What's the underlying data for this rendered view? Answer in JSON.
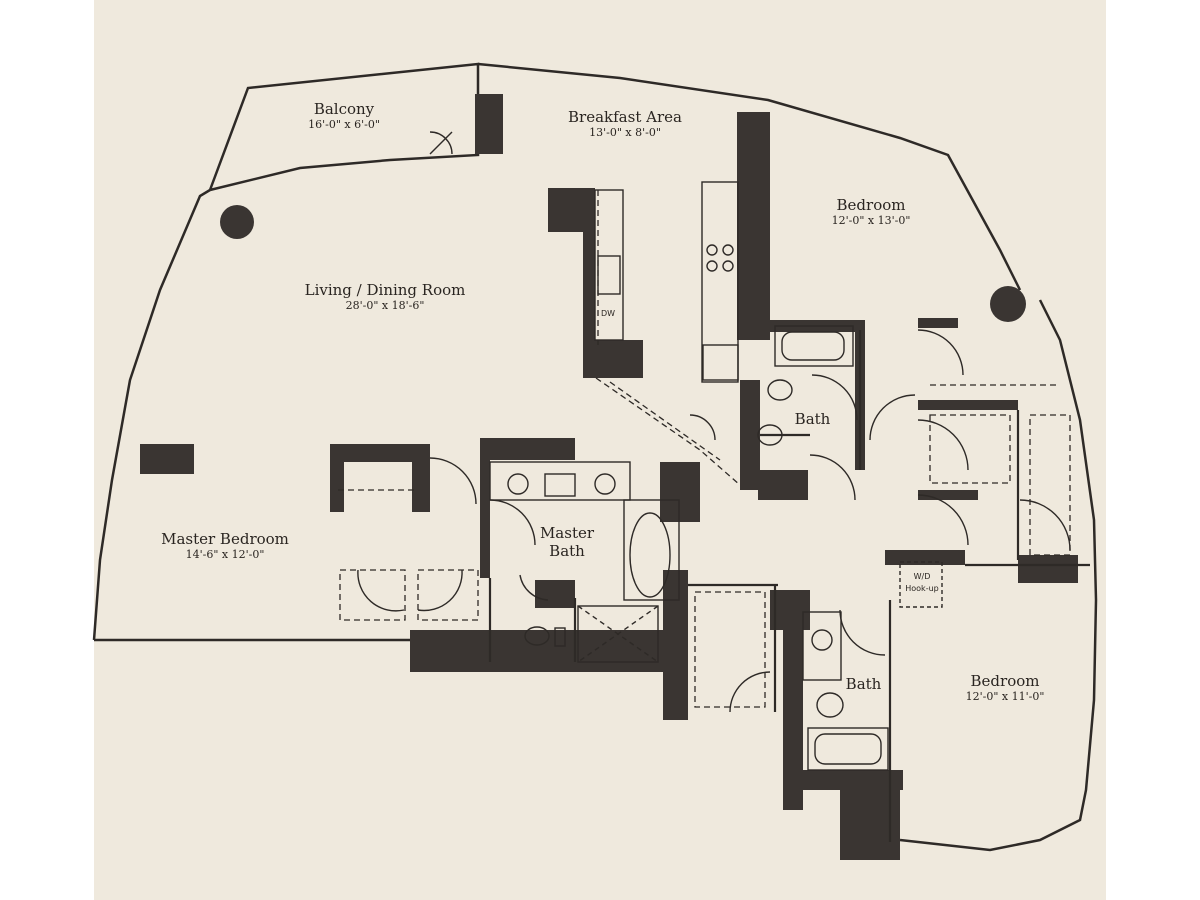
{
  "rooms": {
    "balcony": {
      "name": "Balcony",
      "dims": "16'-0\" x 6'-0\""
    },
    "breakfast": {
      "name": "Breakfast Area",
      "dims": "13'-0\" x 8'-0\""
    },
    "bedroom_ne": {
      "name": "Bedroom",
      "dims": "12'-0\" x 13'-0\""
    },
    "living": {
      "name": "Living / Dining Room",
      "dims": "28'-0\" x 18'-6\""
    },
    "master_bedroom": {
      "name": "Master Bedroom",
      "dims": "14'-6\" x 12'-0\""
    },
    "master_bath": {
      "name": "Master",
      "name2": "Bath"
    },
    "bath_ne": {
      "name": "Bath"
    },
    "bath_se": {
      "name": "Bath"
    },
    "bedroom_se": {
      "name": "Bedroom",
      "dims": "12'-0\" x 11'-0\""
    }
  },
  "fixtures": {
    "dishwasher": "DW",
    "washer_dryer": "W/D",
    "washer_dryer_sub": "Hook-up"
  },
  "colors": {
    "paper": "#efe9dd",
    "ink": "#2e2a27",
    "wall": "#3a3532"
  }
}
